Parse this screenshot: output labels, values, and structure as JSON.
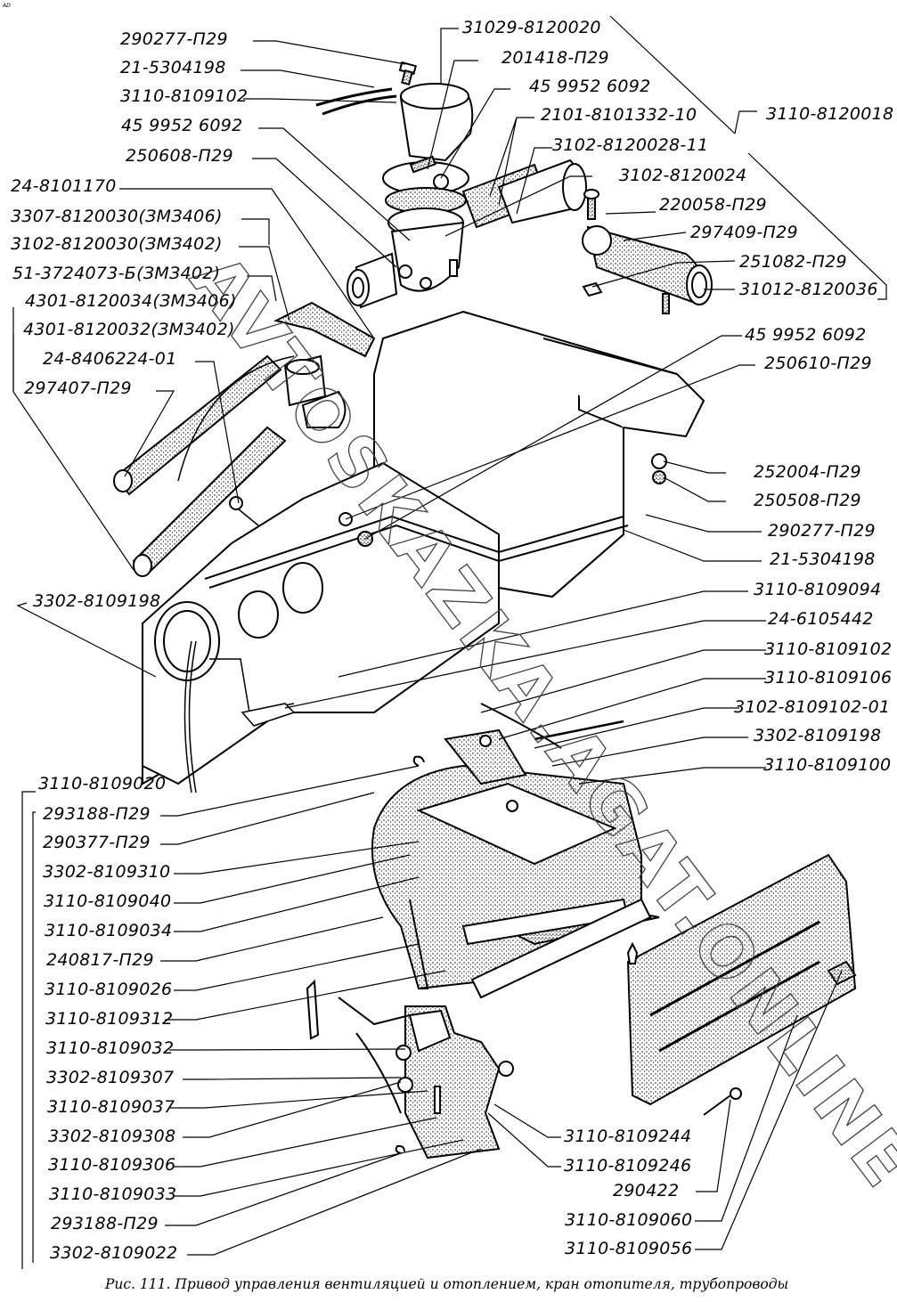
{
  "figure": {
    "corner_mark": "AD",
    "caption": "Рис. 111. Привод управления вентиляцией и отоплением, кран отопителя, трубопроводы",
    "watermark": "AVTOSKAZKA.AGAT.ONLINE"
  },
  "labels": {
    "top_left": [
      "290277-П29",
      "21-5304198",
      "3110-8109102",
      "45 9952 6092",
      "250608-П29",
      "24-8101170",
      "3307-8120030(ЗМЗ406)",
      "3102-8120030(ЗМЗ402)",
      "51-3724073-Б(ЗМЗ402)",
      "4301-8120034(ЗМЗ406)",
      "4301-8120032(ЗМЗ402)",
      "24-8406224-01",
      "297407-П29"
    ],
    "top_right": [
      "31029-8120020",
      "201418-П29",
      "45 9952 6092",
      "2101-8101332-10",
      "3102-8120028-11",
      "3102-8120024",
      "220058-П29",
      "297409-П29",
      "251082-П29",
      "31012-8120036"
    ],
    "assembly_right": "3110-8120018",
    "right_column": [
      "45 9952 6092",
      "250610-П29",
      "252004-П29",
      "250508-П29",
      "290277-П29",
      "21-5304198",
      "3110-8109094",
      "24-6105442",
      "3110-8109102",
      "3110-8109106",
      "3102-8109102-01",
      "3302-8109198",
      "3110-8109100"
    ],
    "left_mid": "3302-8109198",
    "assembly_left": "3110-8109020",
    "bottom_left": [
      "293188-П29",
      "290377-П29",
      "3302-8109310",
      "3110-8109040",
      "3110-8109034",
      "240817-П29",
      "3110-8109026",
      "3110-8109312",
      "3110-8109032",
      "3302-8109307",
      "3110-8109037",
      "3302-8109308",
      "3110-8109306",
      "3110-8109033",
      "293188-П29",
      "3302-8109022"
    ],
    "bottom_right": [
      "3110-8109244",
      "3110-8109246",
      "290422",
      "3110-8109060",
      "3110-8109056"
    ]
  }
}
